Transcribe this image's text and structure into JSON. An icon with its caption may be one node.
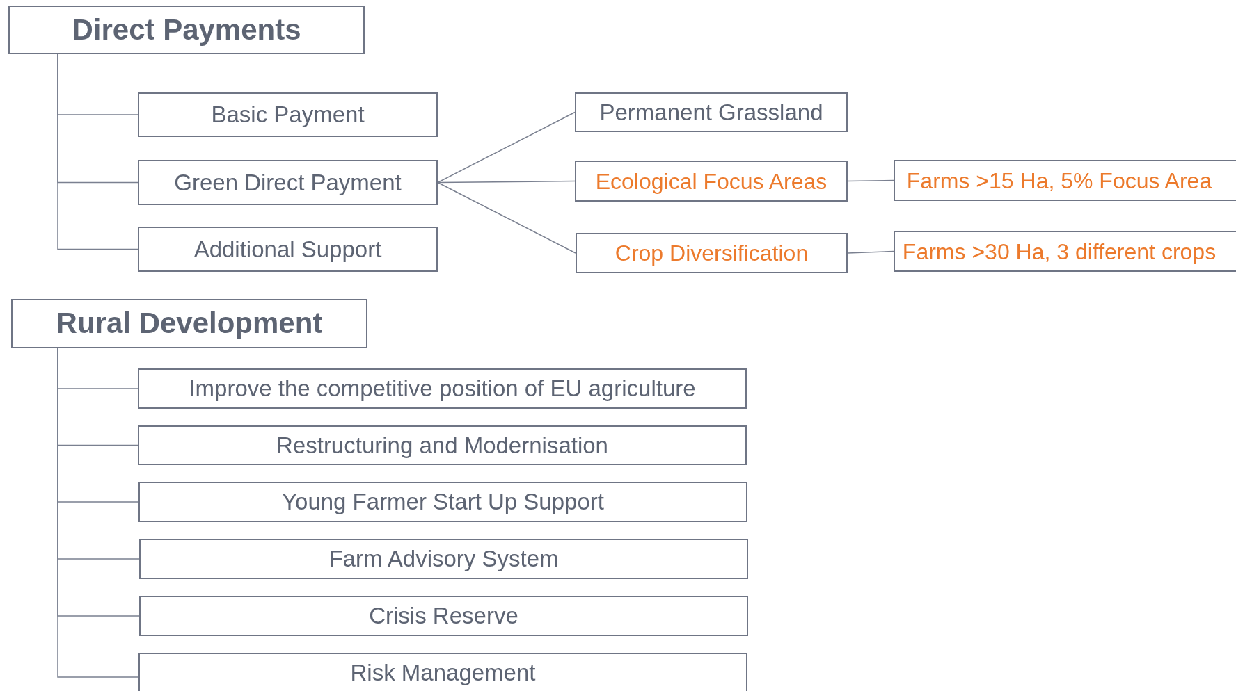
{
  "diagram": {
    "nodes": [
      {
        "text": [
          "Direct Payments"
        ]
      },
      {
        "text": [
          "Basic Payment"
        ]
      },
      {
        "text": [
          "Green Direct Payment"
        ]
      },
      {
        "text": [
          "Additional Support"
        ]
      },
      {
        "text": [
          "Permanent Grassland"
        ]
      },
      {
        "text": [
          "Ecological Focus Areas"
        ]
      },
      {
        "text": [
          "Crop Diversification"
        ]
      },
      {
        "text": [
          "Farms >15 Ha, 5% Focus Area"
        ]
      },
      {
        "text": [
          "Farms >30 Ha, 3 different crops"
        ]
      },
      {
        "text": [
          "Rural Development"
        ]
      },
      {
        "text": [
          "Improve the competitive position of EU agriculture"
        ]
      },
      {
        "text": [
          "Restructuring and Modernisation"
        ]
      },
      {
        "text": [
          "Young Farmer Start Up Support"
        ]
      },
      {
        "text": [
          "Farm Advisory System"
        ]
      },
      {
        "text": [
          "Crisis Reserve"
        ]
      },
      {
        "text": [
          "Risk Management"
        ]
      }
    ],
    "edges": [
      {
        "from": 0,
        "to": 1,
        "arrow": "none"
      },
      {
        "from": 0,
        "to": 2,
        "arrow": "none"
      },
      {
        "from": 0,
        "to": 3,
        "arrow": "none"
      },
      {
        "from": 2,
        "to": 4,
        "arrow": "none"
      },
      {
        "from": 2,
        "to": 5,
        "arrow": "none"
      },
      {
        "from": 2,
        "to": 6,
        "arrow": "none"
      },
      {
        "from": 5,
        "to": 7,
        "arrow": "none"
      },
      {
        "from": 6,
        "to": 8,
        "arrow": "none"
      },
      {
        "from": 9,
        "to": 10,
        "arrow": "none"
      },
      {
        "from": 9,
        "to": 11,
        "arrow": "none"
      },
      {
        "from": 9,
        "to": 12,
        "arrow": "none"
      },
      {
        "from": 9,
        "to": 13,
        "arrow": "none"
      },
      {
        "from": 9,
        "to": 14,
        "arrow": "none"
      },
      {
        "from": 9,
        "to": 15,
        "arrow": "none"
      }
    ]
  }
}
